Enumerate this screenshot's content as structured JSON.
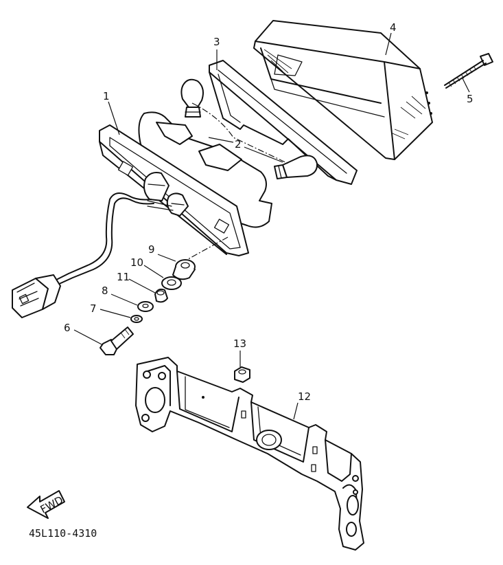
{
  "part_number_code": "45L110-4310",
  "fwd_label": "FWD",
  "callouts": {
    "p1": "1",
    "p2": "2",
    "p3": "3",
    "p4": "4",
    "p5": "5",
    "p6": "6",
    "p7": "7",
    "p8": "8",
    "p9": "9",
    "p10": "10",
    "p11": "11",
    "p12": "12",
    "p13": "13"
  }
}
